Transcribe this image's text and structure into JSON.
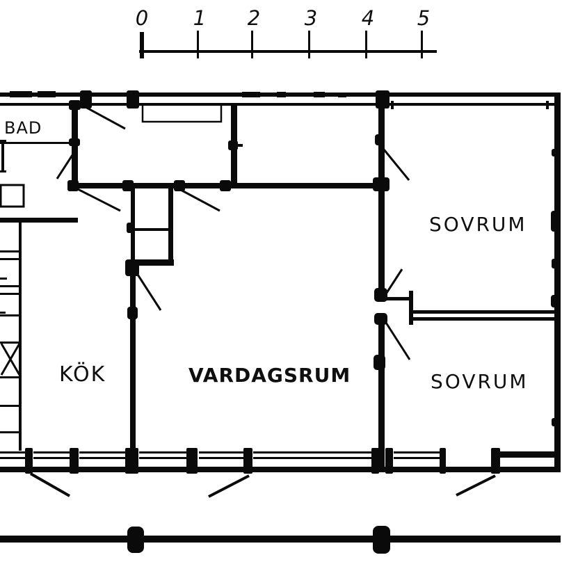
{
  "meta": {
    "drawing_type": "apartment floor plan (Swedish)",
    "background_color": "#ffffff",
    "line_color": "#0a0a0a"
  },
  "scale_bar": {
    "tick_labels": [
      "0",
      "1",
      "2",
      "3",
      "4",
      "5"
    ]
  },
  "rooms": {
    "bathroom": {
      "label": "BAD"
    },
    "kitchen": {
      "label": "KÖK"
    },
    "living_room": {
      "label": "VARDAGSRUM"
    },
    "bedroom_top": {
      "label": "SOVRUM"
    },
    "bedroom_bottom": {
      "label": "SOVRUM"
    }
  }
}
